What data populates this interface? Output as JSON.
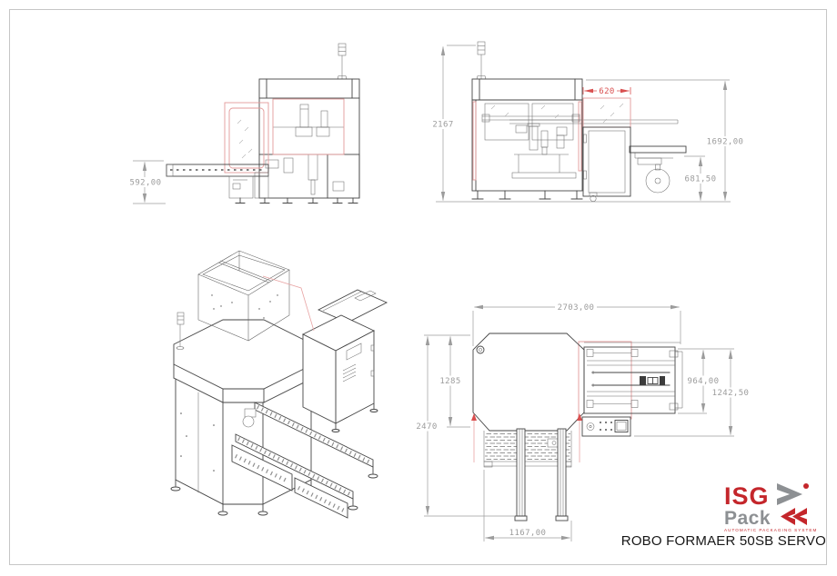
{
  "sheet": {
    "title": "ROBO FORMAER 50SB SERVO"
  },
  "logo": {
    "brand_top": "ISG",
    "brand_bottom": "Pack",
    "tagline": "AUTOMATIC PACKAGING SYSTEM",
    "brand_red": "#c4262b",
    "brand_grey": "#8d9093"
  },
  "views": {
    "side_elevation": {
      "dimensions": {
        "infeed_conveyor_height": "592,00"
      }
    },
    "front_elevation": {
      "dimensions": {
        "overall_height": "2167",
        "hood_width": "620",
        "outfeed_height": "1692,00",
        "table_height": "681,50"
      }
    },
    "plan": {
      "dimensions": {
        "overall_length": "2703,00",
        "body_depth": "1285",
        "overall_depth": "2470",
        "outfeed_width": "964,00",
        "outfeed_overall_width": "1242,50",
        "magazine_width": "1167,00"
      }
    }
  },
  "colors": {
    "drawing_line": "#454545",
    "dimension_grey": "#9c9c9c",
    "highlight_red": "#e39a9a",
    "dimension_red": "#d94f4f",
    "sheet_border": "#c6c6c6"
  }
}
